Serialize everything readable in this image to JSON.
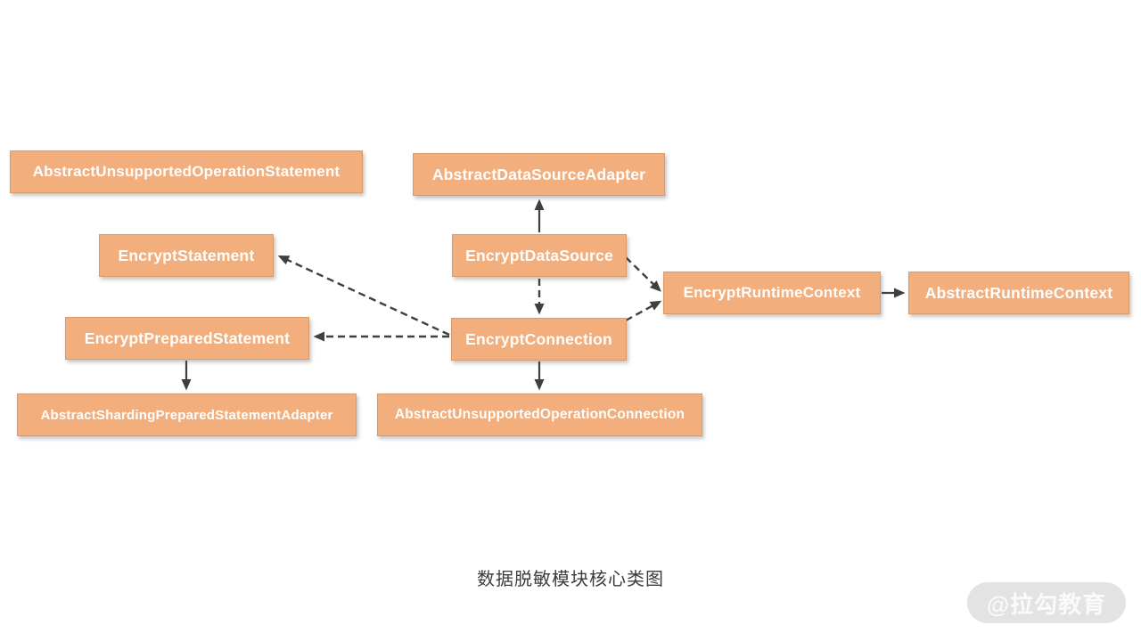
{
  "diagram": {
    "type": "class-diagram",
    "caption": "数据脱敏模块核心类图",
    "watermark": "@拉勾教育",
    "colors": {
      "node_fill": "#F2AE7C",
      "node_border": "#D89A68",
      "node_text": "#FFFFFF",
      "arrow": "#3F3F3F",
      "caption_text": "#3C3C3C",
      "watermark_bg": "#E3E3E3",
      "watermark_text": "#FAFAFA",
      "background": "#FFFFFF"
    },
    "nodes": [
      {
        "id": "abstract-unsupported-operation-statement",
        "label": "AbstractUnsupportedOperationStatement"
      },
      {
        "id": "abstract-data-source-adapter",
        "label": "AbstractDataSourceAdapter"
      },
      {
        "id": "encrypt-statement",
        "label": "EncryptStatement"
      },
      {
        "id": "encrypt-data-source",
        "label": "EncryptDataSource"
      },
      {
        "id": "encrypt-runtime-context",
        "label": "EncryptRuntimeContext"
      },
      {
        "id": "abstract-runtime-context",
        "label": "AbstractRuntimeContext"
      },
      {
        "id": "encrypt-prepared-statement",
        "label": "EncryptPreparedStatement"
      },
      {
        "id": "encrypt-connection",
        "label": "EncryptConnection"
      },
      {
        "id": "abstract-sharding-prepared-statement-adapter",
        "label": "AbstractShardingPreparedStatementAdapter"
      },
      {
        "id": "abstract-unsupported-operation-connection",
        "label": "AbstractUnsupportedOperationConnection"
      }
    ],
    "edges": [
      {
        "from": "EncryptDataSource",
        "to": "AbstractDataSourceAdapter",
        "style": "solid"
      },
      {
        "from": "EncryptRuntimeContext",
        "to": "AbstractRuntimeContext",
        "style": "solid"
      },
      {
        "from": "EncryptPreparedStatement",
        "to": "AbstractShardingPreparedStatementAdapter",
        "style": "solid"
      },
      {
        "from": "EncryptConnection",
        "to": "AbstractUnsupportedOperationConnection",
        "style": "solid"
      },
      {
        "from": "EncryptDataSource",
        "to": "EncryptConnection",
        "style": "dashed"
      },
      {
        "from": "EncryptConnection",
        "to": "EncryptPreparedStatement",
        "style": "dashed"
      },
      {
        "from": "EncryptConnection",
        "to": "EncryptStatement",
        "style": "dashed"
      },
      {
        "from": "EncryptDataSource",
        "to": "EncryptRuntimeContext",
        "style": "dashed"
      },
      {
        "from": "EncryptConnection",
        "to": "EncryptRuntimeContext",
        "style": "dashed"
      }
    ]
  }
}
